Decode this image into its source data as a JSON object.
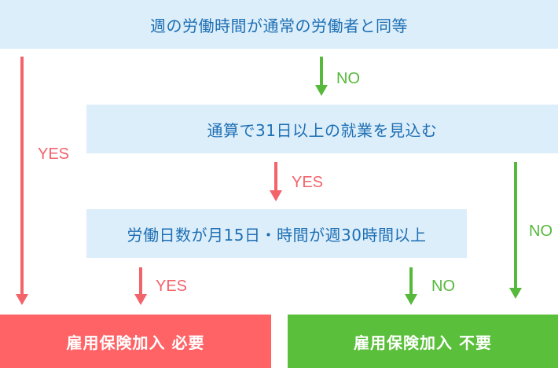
{
  "colors": {
    "box_fill": "#ddeefb",
    "box_text": "#1d6fb3",
    "yes": "#f2636a",
    "no": "#56b93c",
    "required_fill": "#ff6366",
    "not_required_fill": "#5abf3a"
  },
  "nodes": {
    "q1": "週の労働時間が通常の労働者と同等",
    "q2": "通算で31日以上の就業を見込む",
    "q3": "労働日数が月15日・時間が週30時間以上"
  },
  "results": {
    "required": "雇用保険加入 必要",
    "not_required": "雇用保険加入 不要"
  },
  "edges": {
    "q1_yes": "YES",
    "q1_no": "NO",
    "q2_yes": "YES",
    "q2_no": "NO",
    "q3_yes": "YES",
    "q3_no": "NO"
  }
}
